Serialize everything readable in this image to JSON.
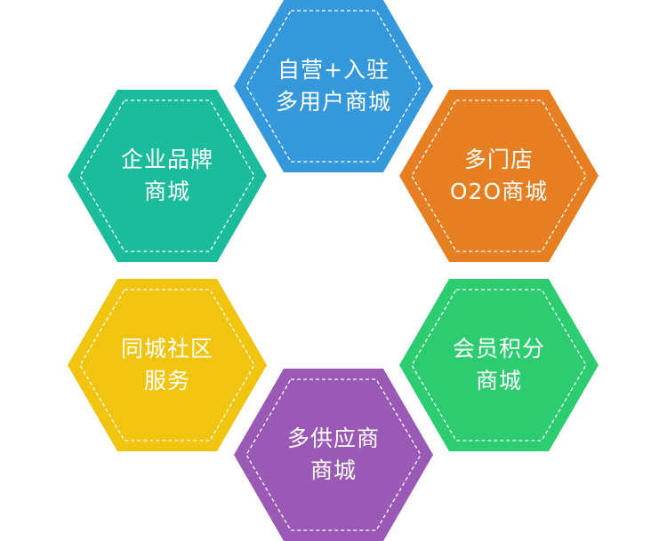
{
  "hexagons": [
    {
      "id": "top",
      "color": "#3498db",
      "line1": "自营+入驻",
      "line2": "多用户商城"
    },
    {
      "id": "left1",
      "color": "#1abc9c",
      "line1": "企业品牌",
      "line2": "商城"
    },
    {
      "id": "right1",
      "color": "#e67e22",
      "line1": "多门店",
      "line2": "O2O商城"
    },
    {
      "id": "left2",
      "color": "#f1c40f",
      "line1": "同城社区",
      "line2": "服务"
    },
    {
      "id": "right2",
      "color": "#2ecc71",
      "line1": "会员积分",
      "line2": "商城"
    },
    {
      "id": "bottom",
      "color": "#9b59b6",
      "line1": "多供应商",
      "line2": "商城"
    }
  ]
}
